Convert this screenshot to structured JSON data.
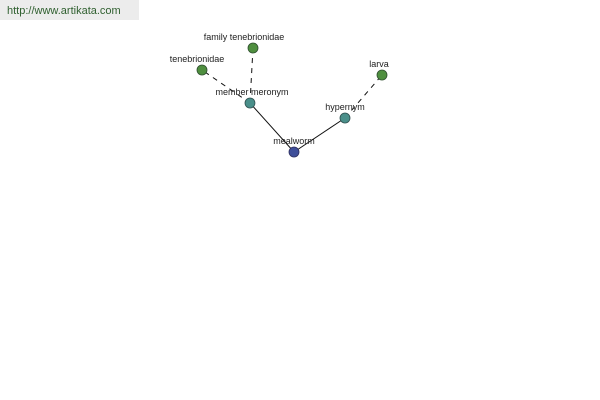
{
  "header": {
    "url": "http://www.artikata.com"
  },
  "graph": {
    "nodes": {
      "mealworm": {
        "label": "mealworm",
        "color": "#3f4f9a"
      },
      "member_meronym": {
        "label": "member meronym",
        "color": "#4a8f8a"
      },
      "hypernym": {
        "label": "hypernym",
        "color": "#4a8f8a"
      },
      "tenebrionidae": {
        "label": "tenebrionidae",
        "color": "#4f8f3f"
      },
      "family_tenebrionidae": {
        "label": "family tenebrionidae",
        "color": "#4f8f3f"
      },
      "larva": {
        "label": "larva",
        "color": "#4f8f3f"
      }
    },
    "edges": [
      {
        "from": "mealworm",
        "to": "member_meronym",
        "style": "solid"
      },
      {
        "from": "mealworm",
        "to": "hypernym",
        "style": "solid"
      },
      {
        "from": "member_meronym",
        "to": "tenebrionidae",
        "style": "dashed"
      },
      {
        "from": "member_meronym",
        "to": "family_tenebrionidae",
        "style": "dashed"
      },
      {
        "from": "hypernym",
        "to": "larva",
        "style": "dashed"
      }
    ]
  }
}
